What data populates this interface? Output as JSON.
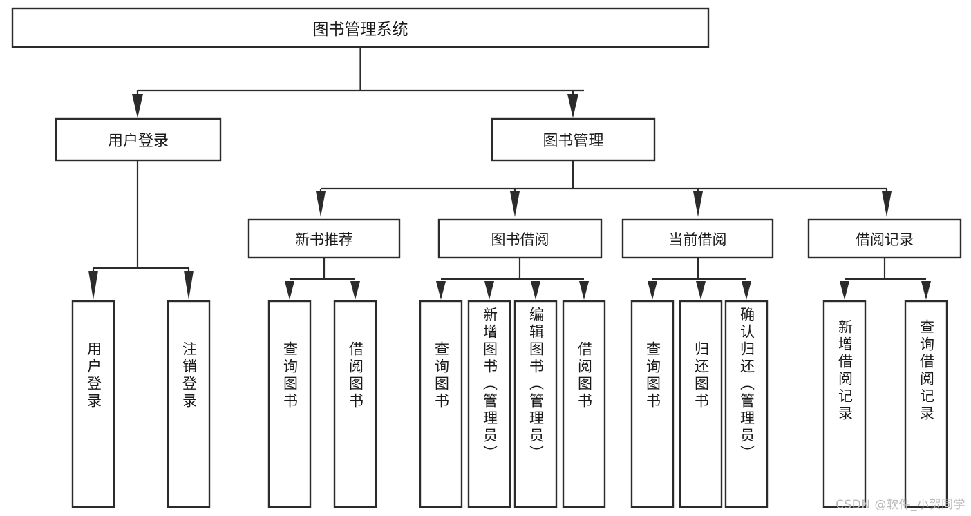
{
  "diagram": {
    "type": "hierarchy-tree",
    "title": "图书管理系统",
    "watermark": "CSDN @软件_小贺同学",
    "colors": {
      "box_stroke": "#2b2b2b",
      "box_fill": "#ffffff",
      "connector": "#2b2b2b",
      "text": "#1a1a1a",
      "watermark": "#b9b9b9",
      "background": "#ffffff"
    },
    "levels": {
      "root": {
        "label": "图书管理系统"
      },
      "level2": [
        {
          "id": "user-login",
          "label": "用户登录"
        },
        {
          "id": "book-manage",
          "label": "图书管理"
        }
      ],
      "level3": [
        {
          "id": "new-book-recommend",
          "label": "新书推荐",
          "parent": "book-manage"
        },
        {
          "id": "book-borrow",
          "label": "图书借阅",
          "parent": "book-manage"
        },
        {
          "id": "current-borrow",
          "label": "当前借阅",
          "parent": "book-manage"
        },
        {
          "id": "borrow-record",
          "label": "借阅记录",
          "parent": "book-manage"
        }
      ],
      "leaves": [
        {
          "id": "leaf-user-login",
          "label": "用户登录",
          "parent": "user-login"
        },
        {
          "id": "leaf-logout",
          "label": "注销登录",
          "parent": "user-login"
        },
        {
          "id": "leaf-query-book-1",
          "label": "查询图书",
          "parent": "new-book-recommend"
        },
        {
          "id": "leaf-borrow-book-1",
          "label": "借阅图书",
          "parent": "new-book-recommend"
        },
        {
          "id": "leaf-query-book-2",
          "label": "查询图书",
          "parent": "book-borrow"
        },
        {
          "id": "leaf-add-book",
          "label": "新增图书（管理员）",
          "parent": "book-borrow"
        },
        {
          "id": "leaf-edit-book",
          "label": "编辑图书（管理员）",
          "parent": "book-borrow"
        },
        {
          "id": "leaf-borrow-book-2",
          "label": "借阅图书",
          "parent": "book-borrow"
        },
        {
          "id": "leaf-query-book-3",
          "label": "查询图书",
          "parent": "current-borrow"
        },
        {
          "id": "leaf-return-book",
          "label": "归还图书",
          "parent": "current-borrow"
        },
        {
          "id": "leaf-confirm-return",
          "label": "确认归还（管理员）",
          "parent": "current-borrow"
        },
        {
          "id": "leaf-add-record",
          "label": "新增借阅记录",
          "parent": "borrow-record"
        },
        {
          "id": "leaf-query-record",
          "label": "查询借阅记录",
          "parent": "borrow-record"
        }
      ]
    }
  }
}
